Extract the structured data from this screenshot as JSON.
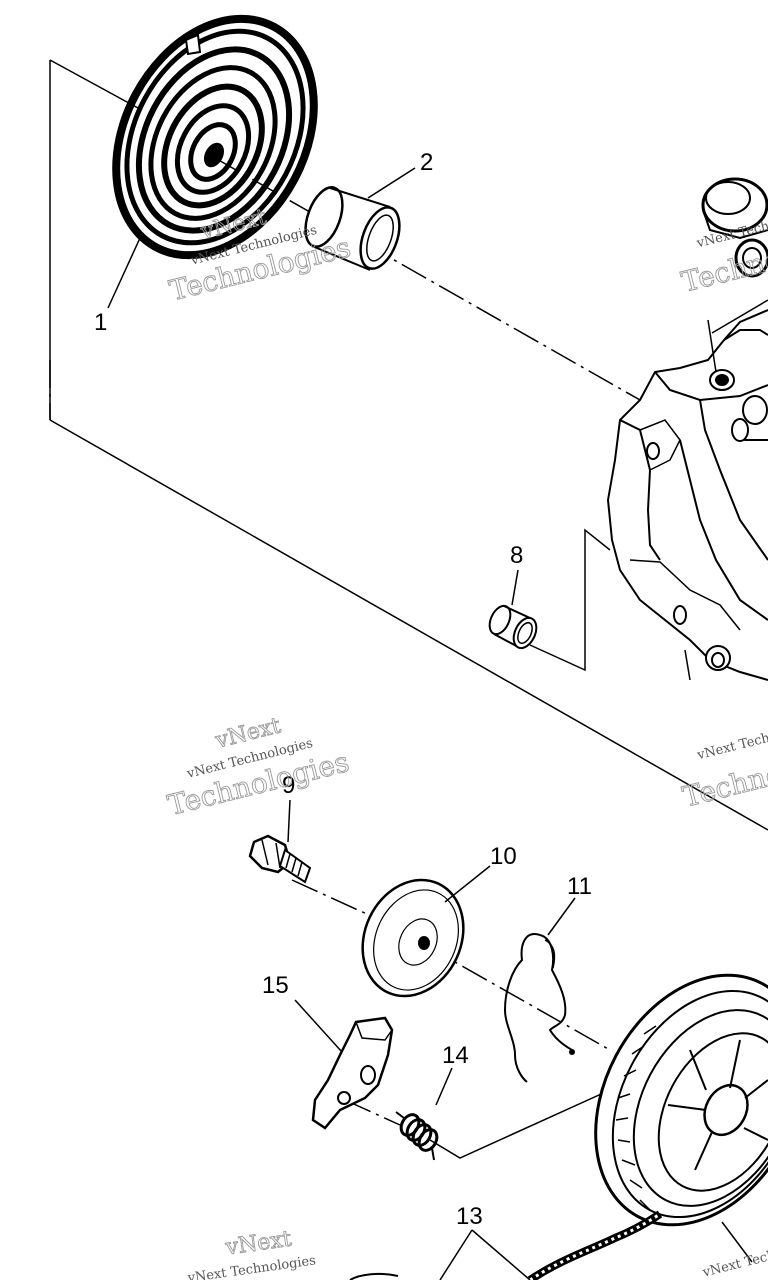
{
  "callouts": {
    "c1": "1",
    "c2": "2",
    "c8": "8",
    "c9": "9",
    "c10": "10",
    "c11": "11",
    "c13": "13",
    "c14": "14",
    "c15": "15"
  },
  "watermark": {
    "brand": "vNext",
    "line": "vNext Technologies",
    "word": "Technologies"
  },
  "colors": {
    "ink": "#000000",
    "watermark": "#9a9a9a",
    "paper": "#ffffff"
  }
}
